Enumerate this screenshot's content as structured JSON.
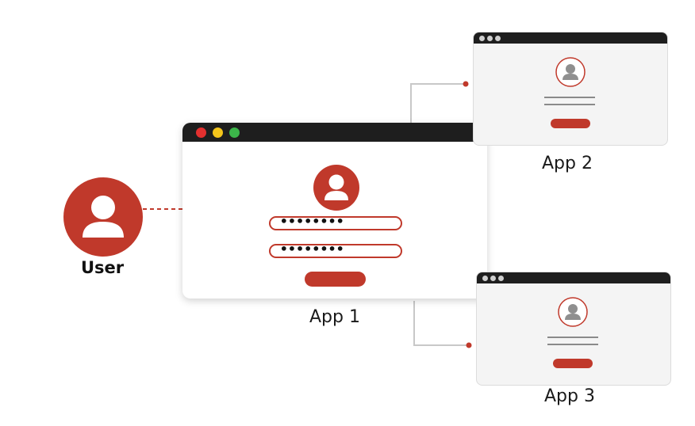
{
  "user": {
    "label": "User"
  },
  "apps": [
    {
      "label": "App 1",
      "password_1": "••••••••",
      "password_2": "••••••••"
    },
    {
      "label": "App 2"
    },
    {
      "label": "App 3"
    }
  ],
  "colors": {
    "accent_red": "#c0392b",
    "window_bar": "#1e1e1e",
    "dot_red": "#e3302f",
    "dot_yellow": "#f4c51b",
    "dot_green": "#3cb54a",
    "avatar_grey": "#8f8f8f",
    "connector_grey": "#c8c8c8"
  },
  "icons": [
    "user-avatar-icon",
    "window-control-dots",
    "password-field",
    "login-button"
  ]
}
